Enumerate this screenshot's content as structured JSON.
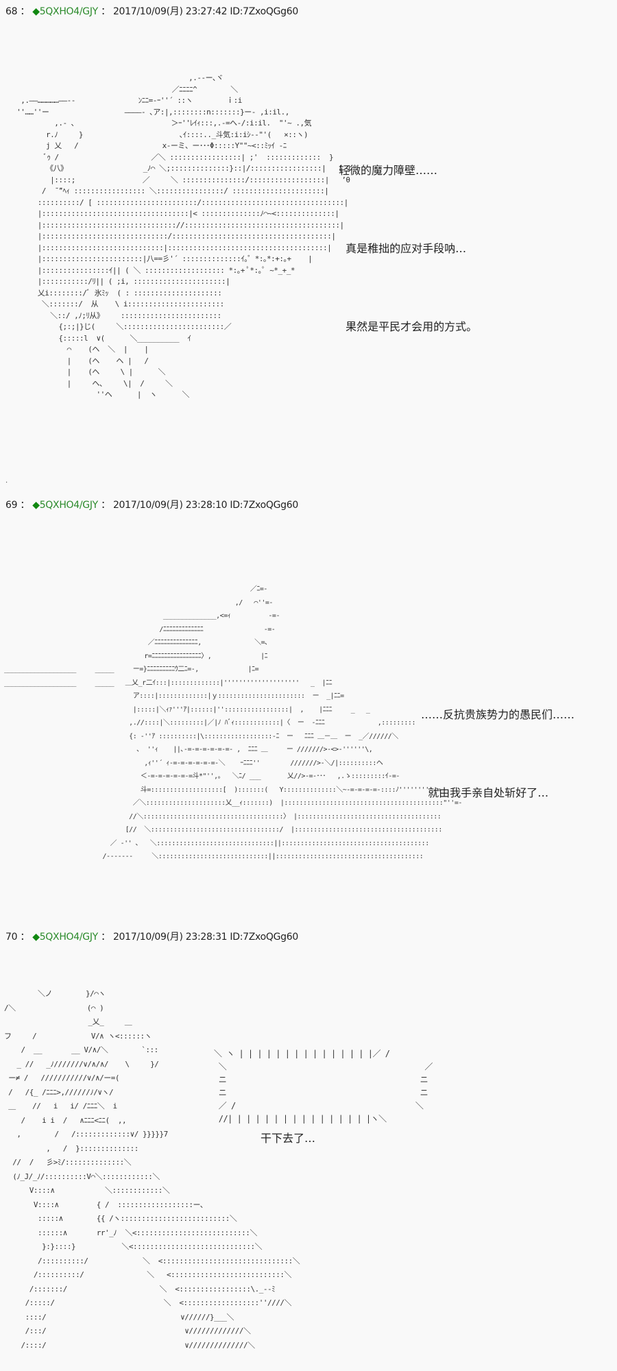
{
  "posts": [
    {
      "number": "68",
      "sep": "：",
      "trip_icon": "◆",
      "trip": "5QXHO4/GJY",
      "sep2": "：",
      "datetime": "2017/10/09(月) 23:27:42 ID:7ZxoQGg60",
      "dialogue": [
        "轻微的魔力障壁……",
        "  真是稚拙的应对手段呐…",
        "  果然是平民才会用的方式。"
      ],
      "art": "                                          ,.--ー､ヾ\n                                      ／ﾆﾆﾆﾆ^        ＼\n  ,.――……………――--               ﾝﾆﾆ=-ｰ''´ ::ヽ        ｉ:i\n ''……''ー                  ――――‐ ､ア:|,::::::::n:::::::}ー‐ ,i:il.,\n          ,.- ､                       ＞ｰ''ﾚｲｨ:::,.-=へ‐/:i:il.  \"'~ .,気\n        r.ﾉ     }                       ､ｲ::::.._斗気:i:iｼ‐‐\"'(   ×::ヽ)\n        j 乂   /                    x‐ーミ、ー･･･Φ:::::Y\"\"~<::ﾐｯｲ -ﾆ\n        ﾞｩ /                      ／＼ :::::::::::::::::| ;'  :::::::::::::  }\n        《八》                  _ﾉ⌒ ＼;::::::::::::::}::|/:::::::::::::::::|   [ ]\n         |::::;                ／     ＼ :::::::::::::::/::::::::::::::::::|   ’θ\n       /  ̄ ̄\"ﾍｨ ::::::::::::::::: ＼::::::::::::::::/ ::::::::::::::::::::::|\n      ::::::::::/ [ ::::::::::::::::::::::::/::::::::::::::::::::::::::::::::::|\n      |:::::::::::::::::::::::::::::::::::|< ::::::::::::::ﾉ⌒~<::::::::::::::|\n      |:::::::::::::::::::::::::::::::://:::::::::::::::::::::::::::::::::::::|\n      |::::::::::::::::::::::::::::::/::::::::::::::::::::::::::::::::::::::|\n      |:::::::::::::::::::::::::::::|::::::::::::::::::::::::::::::::::::::|\n      |::::::::::::::::::::::::|八==彡'´ ::::::::::::::ｲ｡゜*:｡*:+:｡+    |\n      |::::::::::::::::ｲ|| ( ＼ ::::::::::::::::::: *:｡+ ﾟ*:｡ﾟ ~*_+_*\n      |:::::::::::/ﾘ|| ( ;i, ::::::::::::::::::::::|\n      乂i::::::::/ﾞ 氷ﾐｯ  ( : :::::::::::::::::::::\n       ＼:::::::/  从    \\ i:::::::::::::::::::::::\n         ＼::/ ,ﾉ;ﾘ从》    ::::::::::::::::::::::::\n           {;:;|}じ(     ＼::::::::::::::::::::::::／\n           {:::::l  ∨(      ＼__________  ｲ\n             ⌒    (ヘ  ＼  |    |\n             |    (ヘ    ヘ |   /\n             |    (ヘ     \\ |      ＼\n             |     ヘ、    \\|  /     ＼\n                    ''ヘ      |  ヽ      ＼"
    },
    {
      "number": "69",
      "sep": "：",
      "trip_icon": "◆",
      "trip": "5QXHO4/GJY",
      "sep2": "：",
      "datetime": "2017/10/09(月) 23:28:10 ID:7ZxoQGg60",
      "dialogue": [
        "……反抗贵族势力的愚民们……",
        "  就由我手亲自处斩好了…"
      ],
      "art": "                                                                 ／ﾆ=-\n                                                             ,/   ⌒''=-\n                                          ______________,<=ｨ          -=-\n                                         /ﾆﾆﾆﾆﾆﾆﾆﾆﾆﾆﾆﾆﾆ                -=-\n                                      ／ﾆﾆﾆﾆﾆﾆﾆﾆﾆﾆﾆﾆﾆﾆ,              ＼=､\n                                     r=ﾆﾆﾆﾆﾆﾆﾆﾆﾆﾆﾆﾆﾆﾆﾆﾆ〉,             |ﾆ\n___________________     _____     ー=}ﾆﾆﾆﾆﾆﾆﾆﾆﾆｳ二ﾆ=-,             |ﾆ=\n___________________     _____   ＿乂_r二ｲ:::|:::::::::::::|''''''''''''''''''''   _  |ﾆﾆ\n                                  ア::::|:::::::::::::|ｙ:::::::::::::::::::::::  ー  _|ﾆﾆ=\n                                  |:::::|＼ｨｧ'''ｱ|::::::|'':::::::::::::::::|  ,    |ﾆﾆﾆ     _   _\n                                 ,.//::::|＼:::::::::|／|ﾉ ﾊﾞｨ::::::::::::|〈  ー  -ﾆﾆﾆ              ,:::::::::\n                                 {: -''ｱ ::::::::::|\\::::::::::::::::::-ﾆ  ー   ﾆﾆﾆ ＿－＿  ー  _／//////＼\n                                   ､  ''ｨ    ||､-=-=-=-=-=-=- ,  ﾆﾆﾆ ＿     ー ///////>-<>-''''''\\,\n                                     ,ｨ''´ ｨ-=-=-=-=-=-=-＼    ｰﾆﾆﾆ''        ///////>-＼/|::::::::::ヘ\n                                    ＜-=-=-=-=-=-=斗*\"'',｡   ＼ﾆ/ ___       乂//>-=-･･･   ,.ゝ:::::::::ｲ-=-\n                                    斗=:::::::::::::::::::[  ):::::::(   Y::::::::::::::＼~-=-=-=-=-::::ﾉ'''''''''-=-\n                                  ／＼:::::::::::::::::::::乂__ｨ:::::::)  |::::::::::::::::::::::::::::::::::::::::::\"''=-\n                                 //＼:::::::::::::::::::::::::::::::::::::〉 |::::::::::::::::::::::::::::::::::::::\n                                [//  ＼::::::::::::::::::::::::::::::::::/  |:::::::::::::::::::::::::::::::::::::::\n                            ／ -'' ､   ＼:::::::::::::::::::::::::::::::||:::::::::::::::::::::::::::::::::::::::\n                          /-------     ＼:::::::::::::::::::::::::::::||:::::::::::::::::::::::::::::::::::::::"
    },
    {
      "number": "70",
      "sep": "：",
      "trip_icon": "◆",
      "trip": "5QXHO4/GJY",
      "sep2": "：",
      "datetime": "2017/10/09(月) 23:28:31 ID:7ZxoQGg60",
      "dialogue": [
        "干下去了…"
      ],
      "art": "        ＼ノ        }/⌒ヽ\n/＼                 (⌒ )\n                    _乂_     ＿\nフ     /             V/∧ ヽ<::::::ヽ\n    /  __       __ V/∧/＼        `:::\n   _ //   _ﾉ///////∨/∧/∧/    \\     }/\n ー≠ /   ///////////∨/∧/ー=(\n /   /{_ /ﾆﾆﾆ>,//////ﾉ/∨ヽ/\n ＿    //   i   i/ /ﾆﾆﾆ＼  i\n    /    i i  /   ∧ﾆﾆﾆ<ﾆﾆ(  ,,\n   ,        /   /:::::::::::::∨/ }}}}}7\n          ,   /  }::::::::::::::\n  //  /   彡>ﾐ/::::::::::::::＼\n  (ﾉ_J/_ﾉ/::::::::::V⌒＼::::::::::::＼\n      V::::∧            ＼::::::::::::＼\n       V::::∧         { /  ::::::::::::::::::ー､\n        :::::∧        {{ /ヽ::::::::::::::::::::::::::＼\n        ::::::∧       rr'_ﾉ  ＼<:::::::::::::::::::::::::::＼\n         }:}::::}           ＼<:::::::::::::::::::::::::::::＼\n        /::::::::::/             ＼  <:::::::::::::::::::::::::::::::＼\n       /::::::::::/               ＼   <:::::::::::::::::::::::::::＼\n      /:::::::/                      ＼  <:::::::::::::::::\\._--ﾐ\n     /:::::/                          ＼  <::::::::::::::::::''////＼\n     ::::/                                ∨//////}___＼\n     /:::/                                 ∨/////////////＼\n    /::::/                                 ∨//////////////＼",
      "burst": "＼ ヽ | | | | | | | | | | | | | | |／ /\n ＼                                           ／\n ニ                                          ニ\n ニ                                          ニ\n ／ /                                       ＼\n //| | | | | | | | | | | | | | | |ヽ＼"
    }
  ],
  "colors": {
    "trip": "#2a8a2a",
    "diamond": "#118811",
    "background": "#f9f9f9"
  }
}
